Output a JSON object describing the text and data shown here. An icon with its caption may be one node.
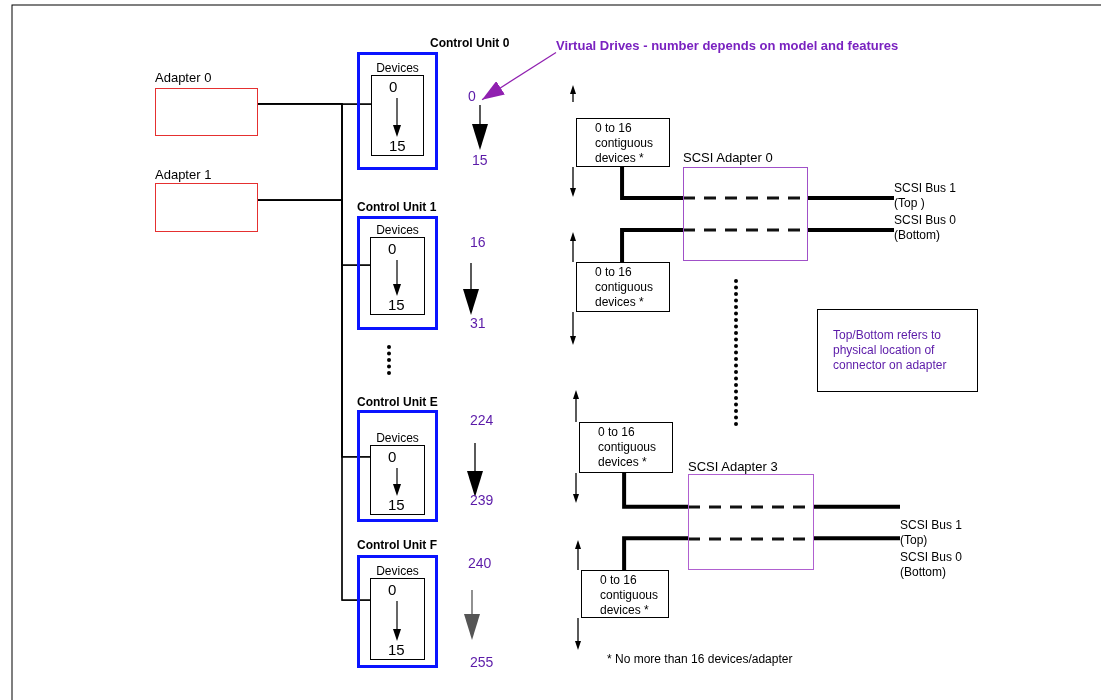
{
  "diagram": {
    "nodes": [
      {
        "text": [
          "Adapter 0"
        ]
      },
      {
        "text": [
          "Adapter 1"
        ]
      },
      {
        "text": [
          "Control Unit 0",
          "Devices"
        ]
      },
      {
        "text": [
          "0",
          "15"
        ],
        "in": 2
      },
      {
        "text": [
          "Control Unit 1",
          "Devices"
        ]
      },
      {
        "text": [
          "0",
          "15"
        ],
        "in": 4
      },
      {
        "text": [
          "Control Unit E",
          "Devices"
        ]
      },
      {
        "text": [
          "0",
          "15"
        ],
        "in": 6
      },
      {
        "text": [
          "Control Unit F",
          "Devices"
        ]
      },
      {
        "text": [
          "0",
          "15"
        ],
        "in": 8
      },
      {
        "text": [
          "Virtual Drives - number depends on model and features"
        ]
      },
      {
        "text": [
          "0"
        ]
      },
      {
        "text": [
          "0 to 16 contiguous devices *"
        ]
      },
      {
        "text": [
          "SCSI Adapter 0"
        ]
      },
      {
        "text": [
          "SCSI Bus 1 (Top )"
        ]
      },
      {
        "text": [
          "SCSI Bus 0 (Bottom)"
        ]
      },
      {
        "text": [
          "0 to 16 contiguous devices *"
        ]
      },
      {
        "text": [
          "Top/Bottom refers to physical location of connector on adapter"
        ]
      },
      {
        "text": [
          "0 to 16 contiguous devices *"
        ]
      },
      {
        "text": [
          "SCSI Adapter 3"
        ]
      },
      {
        "text": [
          "SCSI Bus 1 (Top)"
        ]
      },
      {
        "text": [
          "SCSI Bus 0 (Bottom)"
        ]
      },
      {
        "text": [
          "0 to 16 contiguous devices *"
        ]
      }
    ],
    "edges": [
      {
        "from": 0,
        "to": 3,
        "arrow": "none"
      },
      {
        "from": 0,
        "to": 5,
        "arrow": "none"
      },
      {
        "from": 0,
        "to": 7,
        "arrow": "none"
      },
      {
        "from": 0,
        "to": 9,
        "arrow": "none"
      },
      {
        "from": 1,
        "to": 3,
        "arrow": "none"
      },
      {
        "from": 1,
        "to": 5,
        "arrow": "none"
      },
      {
        "from": 1,
        "to": 7,
        "arrow": "none"
      },
      {
        "from": 1,
        "to": 9,
        "arrow": "none"
      },
      {
        "from": 10,
        "to": 11,
        "arrow": "to",
        "color": "#9020b0"
      },
      {
        "from": 12,
        "to": 13,
        "arrow": "none",
        "style": "thick"
      },
      {
        "from": 13,
        "to": 14,
        "arrow": "none",
        "style": "thick"
      },
      {
        "from": 16,
        "to": 13,
        "arrow": "none",
        "style": "thick"
      },
      {
        "from": 13,
        "to": 15,
        "arrow": "none",
        "style": "thick"
      },
      {
        "from": 18,
        "to": 19,
        "arrow": "none",
        "style": "thick"
      },
      {
        "from": 19,
        "to": 20,
        "arrow": "none",
        "style": "thick"
      },
      {
        "from": 22,
        "to": 19,
        "arrow": "none",
        "style": "thick"
      },
      {
        "from": 19,
        "to": 21,
        "arrow": "none",
        "style": "thick"
      }
    ],
    "labels": [
      "15",
      "16",
      "31",
      "224",
      "239",
      "240",
      "255",
      "* No more than 16 devices/adapter"
    ]
  }
}
